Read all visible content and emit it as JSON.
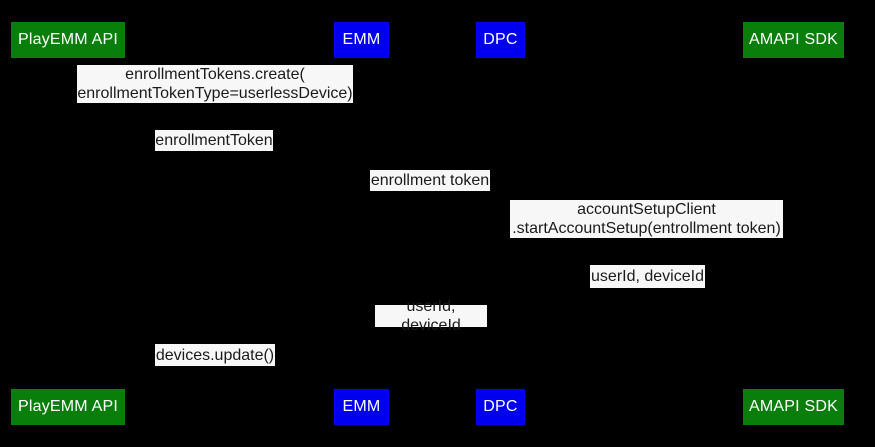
{
  "diagram": {
    "type": "sequence-diagram",
    "colors": {
      "background": "#000000",
      "actor_green": "#0a7e0a",
      "actor_blue": "#0000ee",
      "actor_text": "#ffffff",
      "message_bg": "#f7f7f7",
      "message_text": "#1b1b1b"
    },
    "actors": [
      {
        "id": "playemm-api",
        "label": "PlayEMM API",
        "color": "#0a7e0a"
      },
      {
        "id": "emm",
        "label": "EMM",
        "color": "#0000ee"
      },
      {
        "id": "dpc",
        "label": "DPC",
        "color": "#0000ee"
      },
      {
        "id": "amapi-sdk",
        "label": "AMAPI SDK",
        "color": "#0a7e0a"
      }
    ],
    "messages": [
      {
        "from": "EMM",
        "to": "PlayEMM API",
        "text": "enrollmentTokens.create(\nenrollmentTokenType=userlessDevice)"
      },
      {
        "from": "PlayEMM API",
        "to": "EMM",
        "text": "enrollmentToken"
      },
      {
        "from": "EMM",
        "to": "DPC",
        "text": "enrollment token"
      },
      {
        "from": "DPC",
        "to": "AMAPI SDK",
        "text": "accountSetupClient\n.startAccountSetup(entrollment token)"
      },
      {
        "from": "AMAPI SDK",
        "to": "DPC",
        "text": "userId, deviceId"
      },
      {
        "from": "DPC",
        "to": "EMM",
        "text": "userId, deviceId"
      },
      {
        "from": "EMM",
        "to": "PlayEMM API",
        "text": "devices.update()"
      }
    ]
  }
}
